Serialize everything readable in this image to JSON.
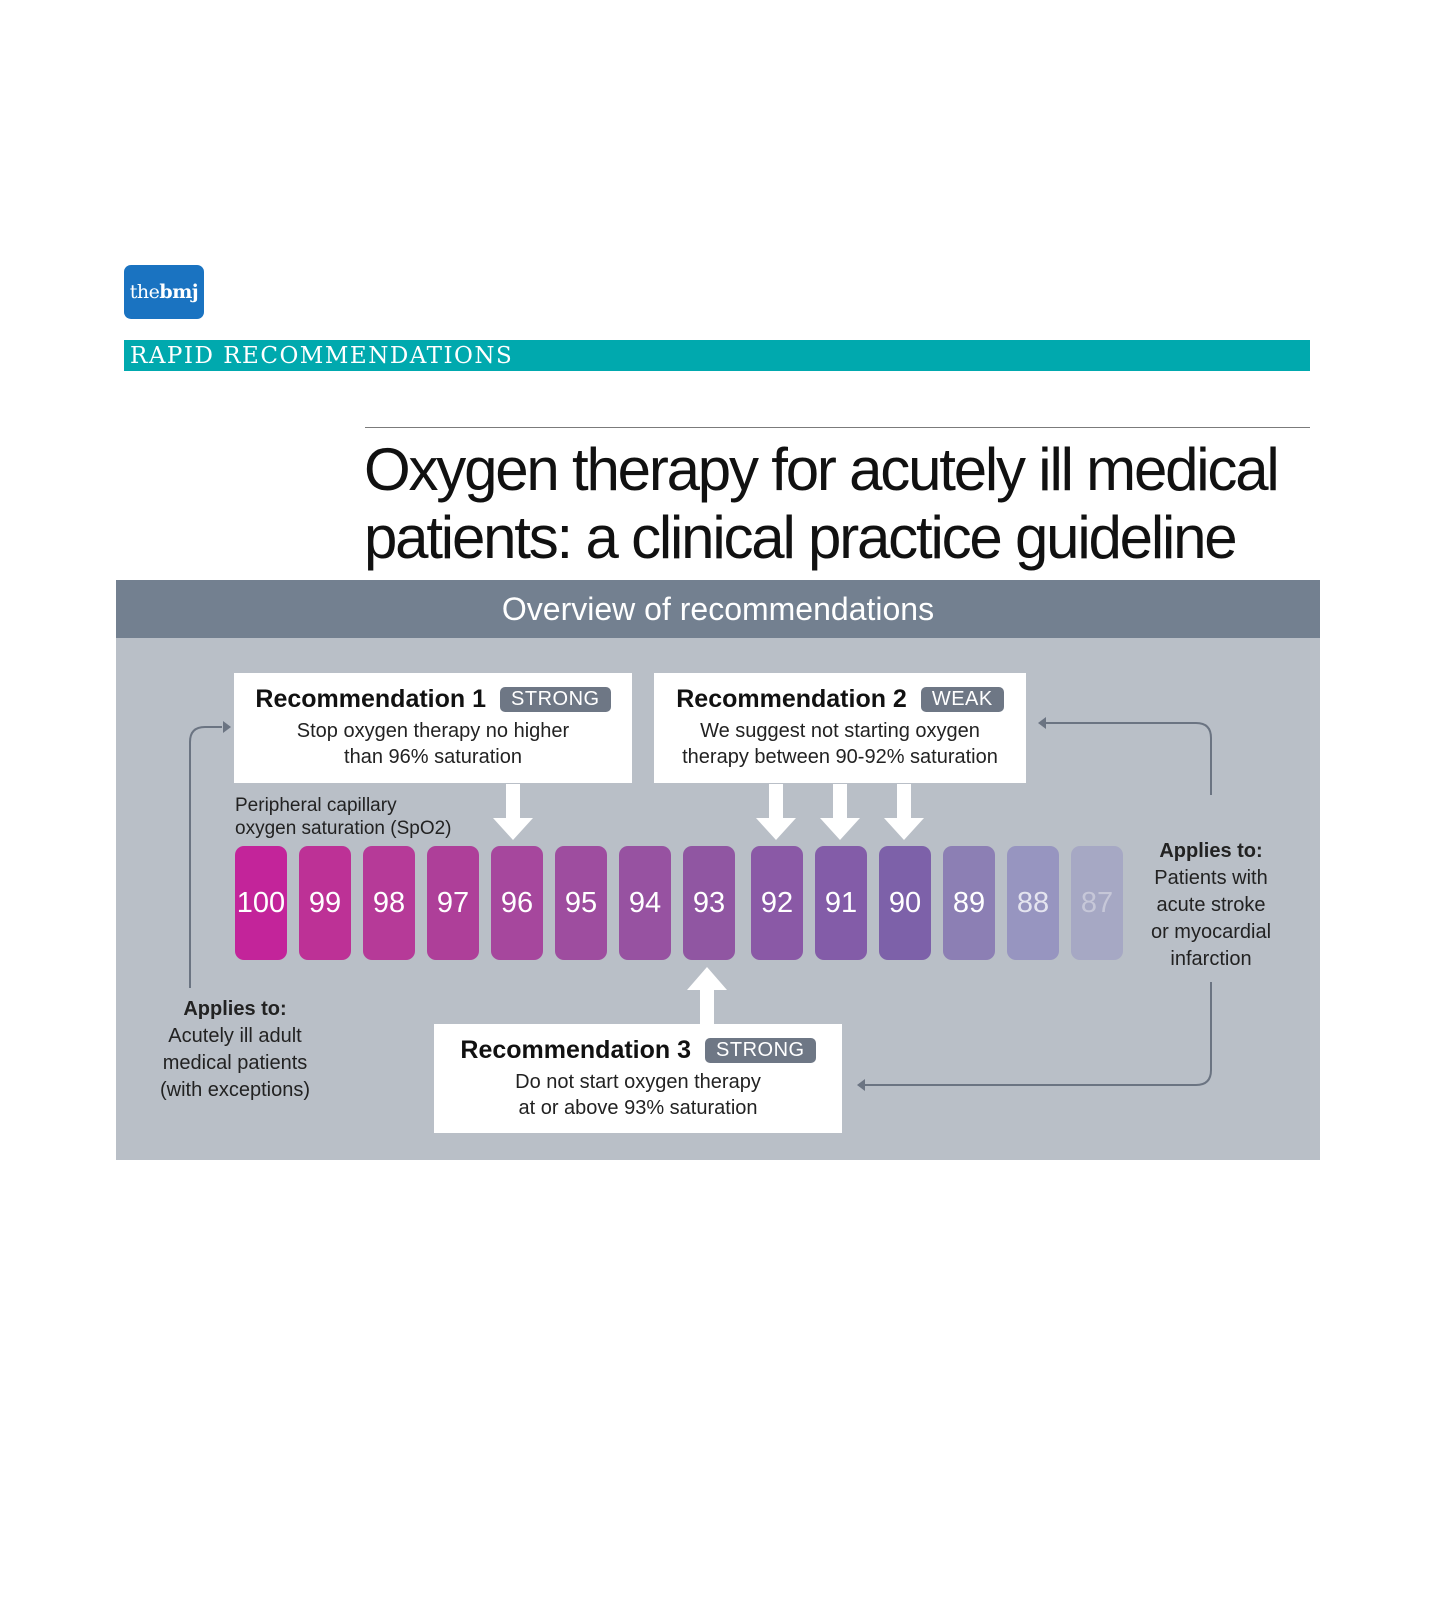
{
  "logo": {
    "the": "the",
    "bmj": "bmj"
  },
  "section_band": "RAPID RECOMMENDATIONS",
  "title_line1": "Oxygen therapy for acutely ill medical",
  "title_line2": "patients: a clinical practice guideline",
  "overview": {
    "heading": "Overview of recommendations",
    "rec1": {
      "title": "Recommendation 1",
      "strength": "STRONG",
      "text": "Stop oxygen therapy no higher\nthan 96% saturation"
    },
    "rec2": {
      "title": "Recommendation 2",
      "strength": "WEAK",
      "text": "We suggest not starting oxygen\ntherapy between 90-92% saturation"
    },
    "rec3": {
      "title": "Recommendation 3",
      "strength": "STRONG",
      "text": "Do not start oxygen therapy\nat or above 93% saturation"
    },
    "scale_label": "Peripheral capillary\noxygen saturation (SpO2)",
    "scale": [
      {
        "value": "100",
        "color": "#c3249a",
        "text_color": "#ffffff"
      },
      {
        "value": "99",
        "color": "#bd3196",
        "text_color": "#ffffff"
      },
      {
        "value": "98",
        "color": "#b63a98",
        "text_color": "#ffffff"
      },
      {
        "value": "97",
        "color": "#ae3f99",
        "text_color": "#ffffff"
      },
      {
        "value": "96",
        "color": "#a6479d",
        "text_color": "#ffffff"
      },
      {
        "value": "95",
        "color": "#9e4d9f",
        "text_color": "#ffffff"
      },
      {
        "value": "94",
        "color": "#9752a1",
        "text_color": "#ffffff"
      },
      {
        "value": "93",
        "color": "#9056a2",
        "text_color": "#ffffff"
      },
      {
        "value": "92",
        "color": "#8a59a6",
        "text_color": "#ffffff"
      },
      {
        "value": "91",
        "color": "#835ca8",
        "text_color": "#ffffff"
      },
      {
        "value": "90",
        "color": "#7d61a9",
        "text_color": "#ffffff"
      },
      {
        "value": "89",
        "color": "#8c7fb4",
        "text_color": "#ffffff"
      },
      {
        "value": "88",
        "color": "#9795c0",
        "text_color": "#e4e4ef"
      },
      {
        "value": "87",
        "color": "#a6a8c4",
        "text_color": "#c6c7d8"
      }
    ],
    "applies_left": {
      "heading": "Applies to:",
      "body": "Acutely ill adult\nmedical patients\n(with exceptions)"
    },
    "applies_right": {
      "heading": "Applies to:",
      "body": "Patients with\nacute stroke\nor myocardial\ninfarction"
    }
  }
}
